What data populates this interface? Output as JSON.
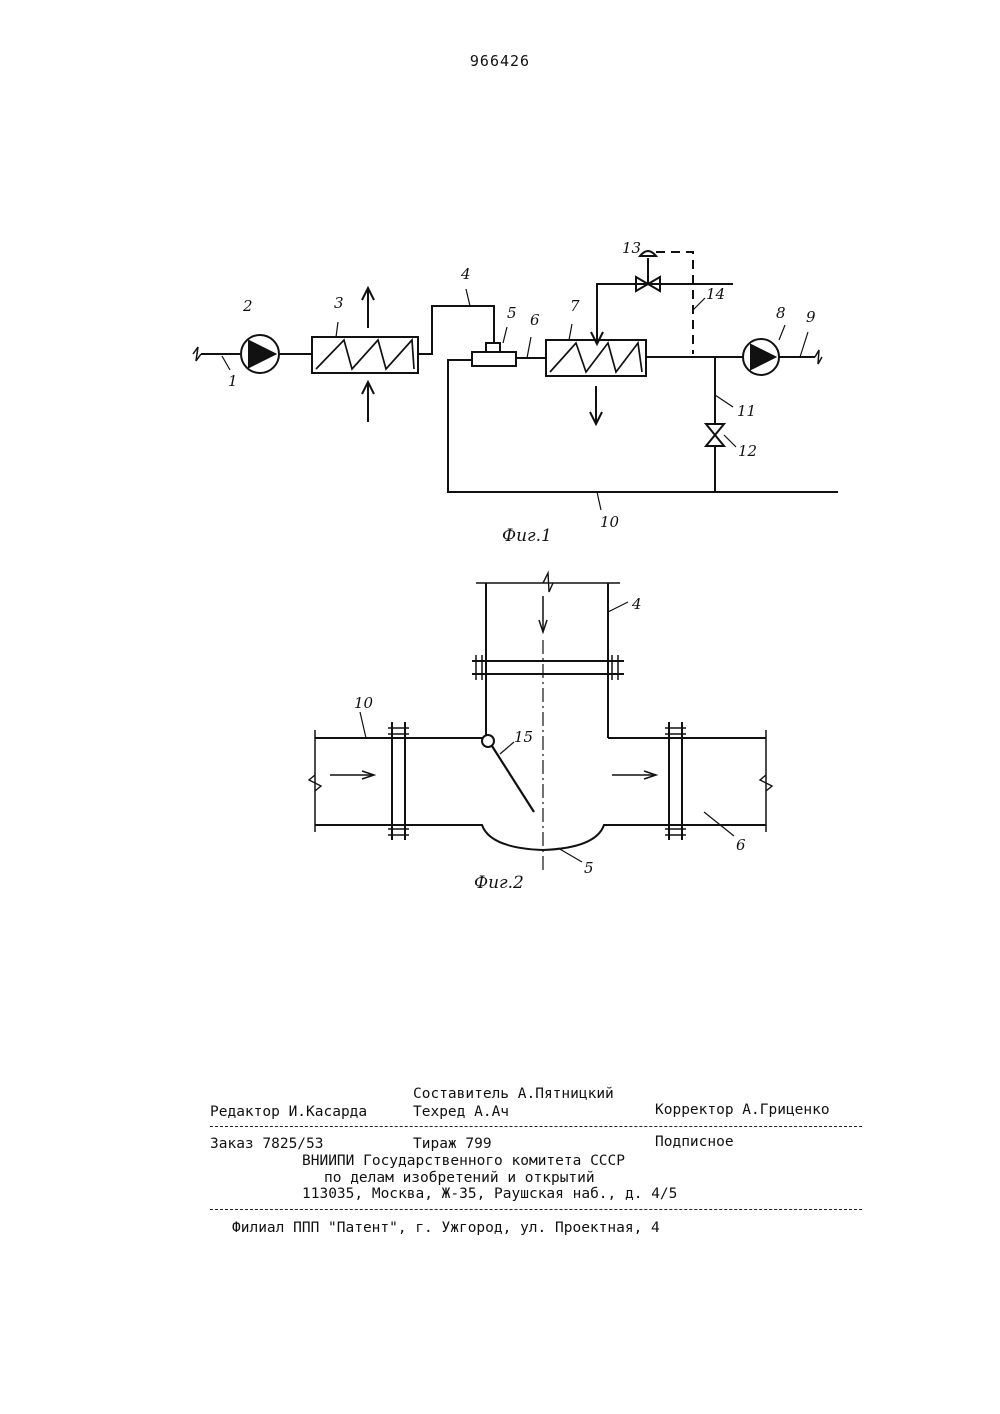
{
  "patent_number": "966426",
  "fig1": {
    "caption": "Фиг.1",
    "labels": [
      "1",
      "2",
      "3",
      "4",
      "5",
      "6",
      "7",
      "8",
      "9",
      "10",
      "11",
      "12",
      "13",
      "14"
    ]
  },
  "fig2": {
    "caption": "Фиг.2",
    "labels": [
      "4",
      "10",
      "15",
      "6",
      "5"
    ]
  },
  "imprint": {
    "compiler": "Составитель А.Пятницкий",
    "editor": "Редактор И.Касарда",
    "techred": "Техред А.Ач",
    "corrector": "Корректор А.Гриценко",
    "order": "Заказ 7825/53",
    "circulation": "Тираж 799",
    "subscription": "Подписное",
    "org_line1": "ВНИИПИ Государственного комитета СССР",
    "org_line2": "по делам изобретений и открытий",
    "org_address": "113035, Москва, Ж-35, Раушская наб., д. 4/5",
    "branch": "Филиал ППП \"Патент\", г. Ужгород, ул. Проектная, 4"
  }
}
